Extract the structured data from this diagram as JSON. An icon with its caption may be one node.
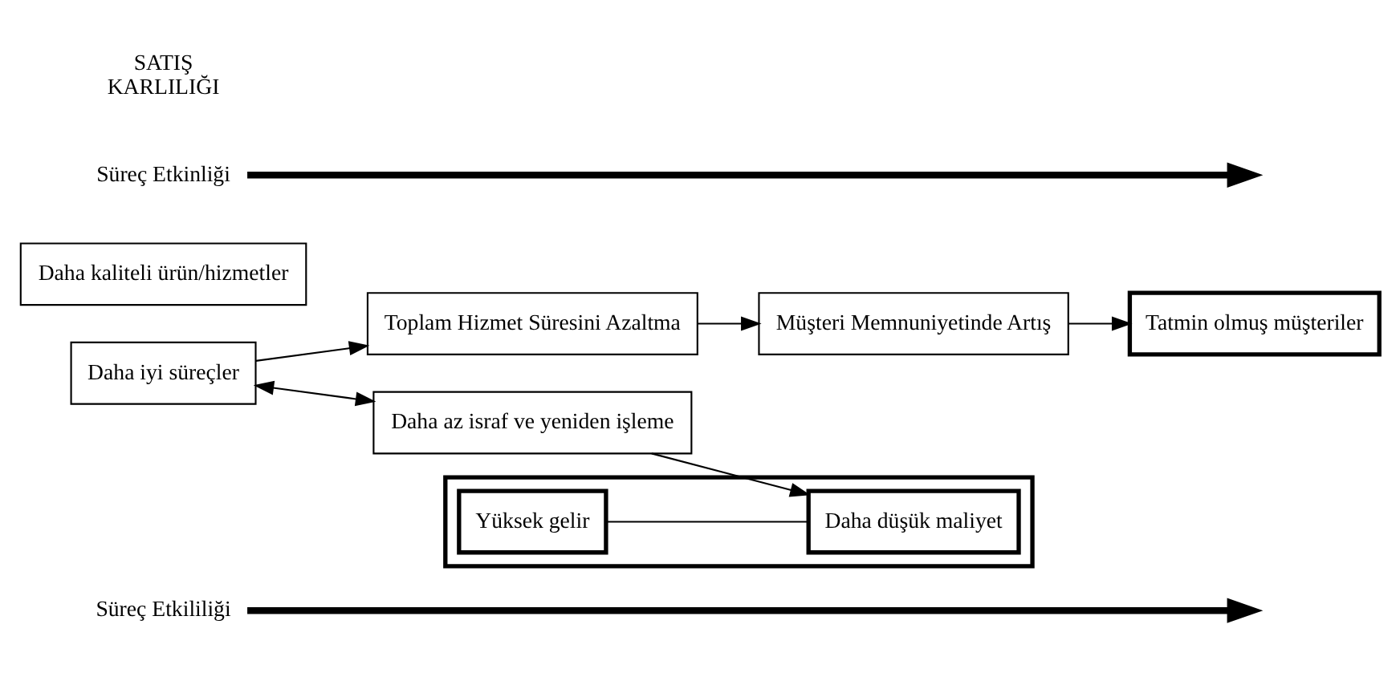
{
  "diagram": {
    "nodes": [
      {
        "text": [
          "Süreç Etkililiği"
        ]
      },
      {
        "text": [
          "Müşteri Memnuniyetinde Artış"
        ]
      },
      {
        "text": [
          "Tatmin olmuş müşteriler"
        ]
      },
      {
        "text": [
          "Toplam Hizmet Süresini Azaltma"
        ]
      },
      {
        "text": [
          "Daha kaliteli ürün/hizmetler"
        ]
      },
      {
        "text": [],
        "shape": "box"
      },
      {
        "text": [
          "Yüksek gelir"
        ],
        "in": 5
      },
      {
        "text": [
          "Daha düşük maliyet"
        ],
        "in": 5
      },
      {
        "text": [
          "Daha iyi süreçler"
        ]
      },
      {
        "text": [
          "Daha az israf ve yeniden işleme"
        ]
      },
      {
        "text": [
          "Süreç Etkinliği"
        ]
      }
    ],
    "edges": [
      {
        "from": 0,
        "to": null,
        "arrow": "to",
        "style": "thick"
      },
      {
        "from": 8,
        "to": 3,
        "arrow": "to"
      },
      {
        "from": 3,
        "to": 1,
        "arrow": "to"
      },
      {
        "from": 1,
        "to": 2,
        "arrow": "to"
      },
      {
        "from": 6,
        "to": 7,
        "arrow": "none"
      },
      {
        "from": 8,
        "to": 9,
        "arrow": "both"
      },
      {
        "from": 9,
        "to": 7,
        "arrow": "to"
      },
      {
        "from": 10,
        "to": null,
        "arrow": "to",
        "style": "thick"
      }
    ],
    "labels": [
      "SATIŞ",
      "KARLILIĞI"
    ]
  }
}
